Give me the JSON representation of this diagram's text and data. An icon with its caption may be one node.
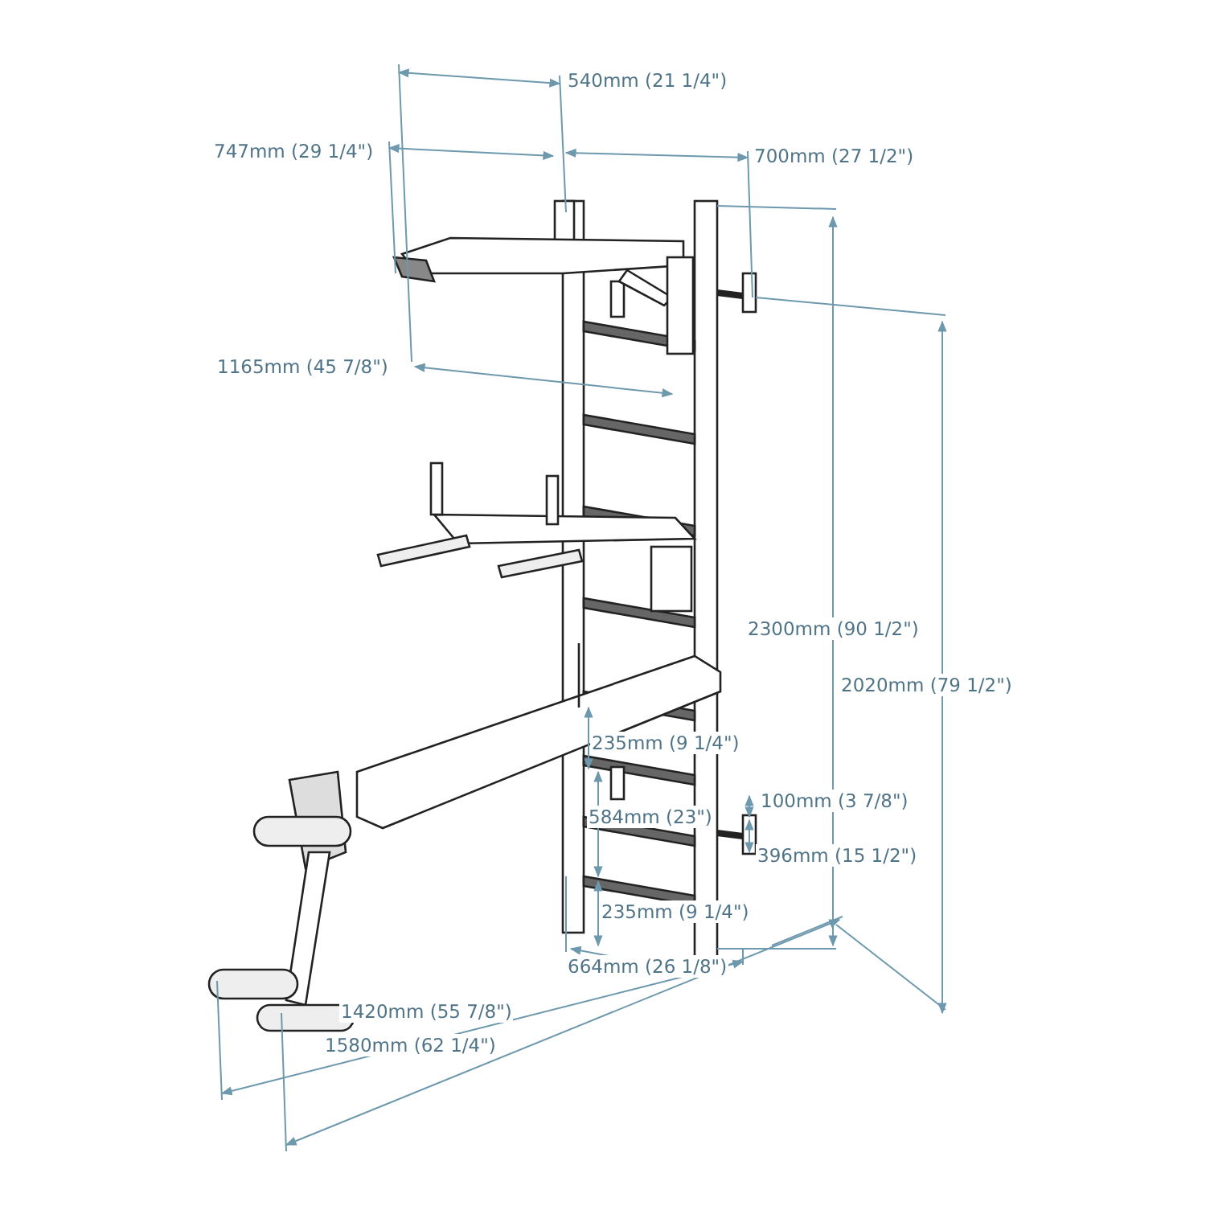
{
  "diagram": {
    "labels": [
      "540mm (21 1/4\")",
      "747mm (29 1/4\")",
      "700mm (27 1/2\")",
      "1165mm (45 7/8\")",
      "2300mm (90 1/2\")",
      "2020mm (79 1/2\")",
      "235mm (9 1/4\")",
      "100mm (3 7/8\")",
      "584mm (23\")",
      "396mm (15 1/2\")",
      "235mm (9 1/4\")",
      "664mm (26 1/8\")",
      "1420mm (55 7/8\")",
      "1580mm (62 1/4\")"
    ]
  }
}
